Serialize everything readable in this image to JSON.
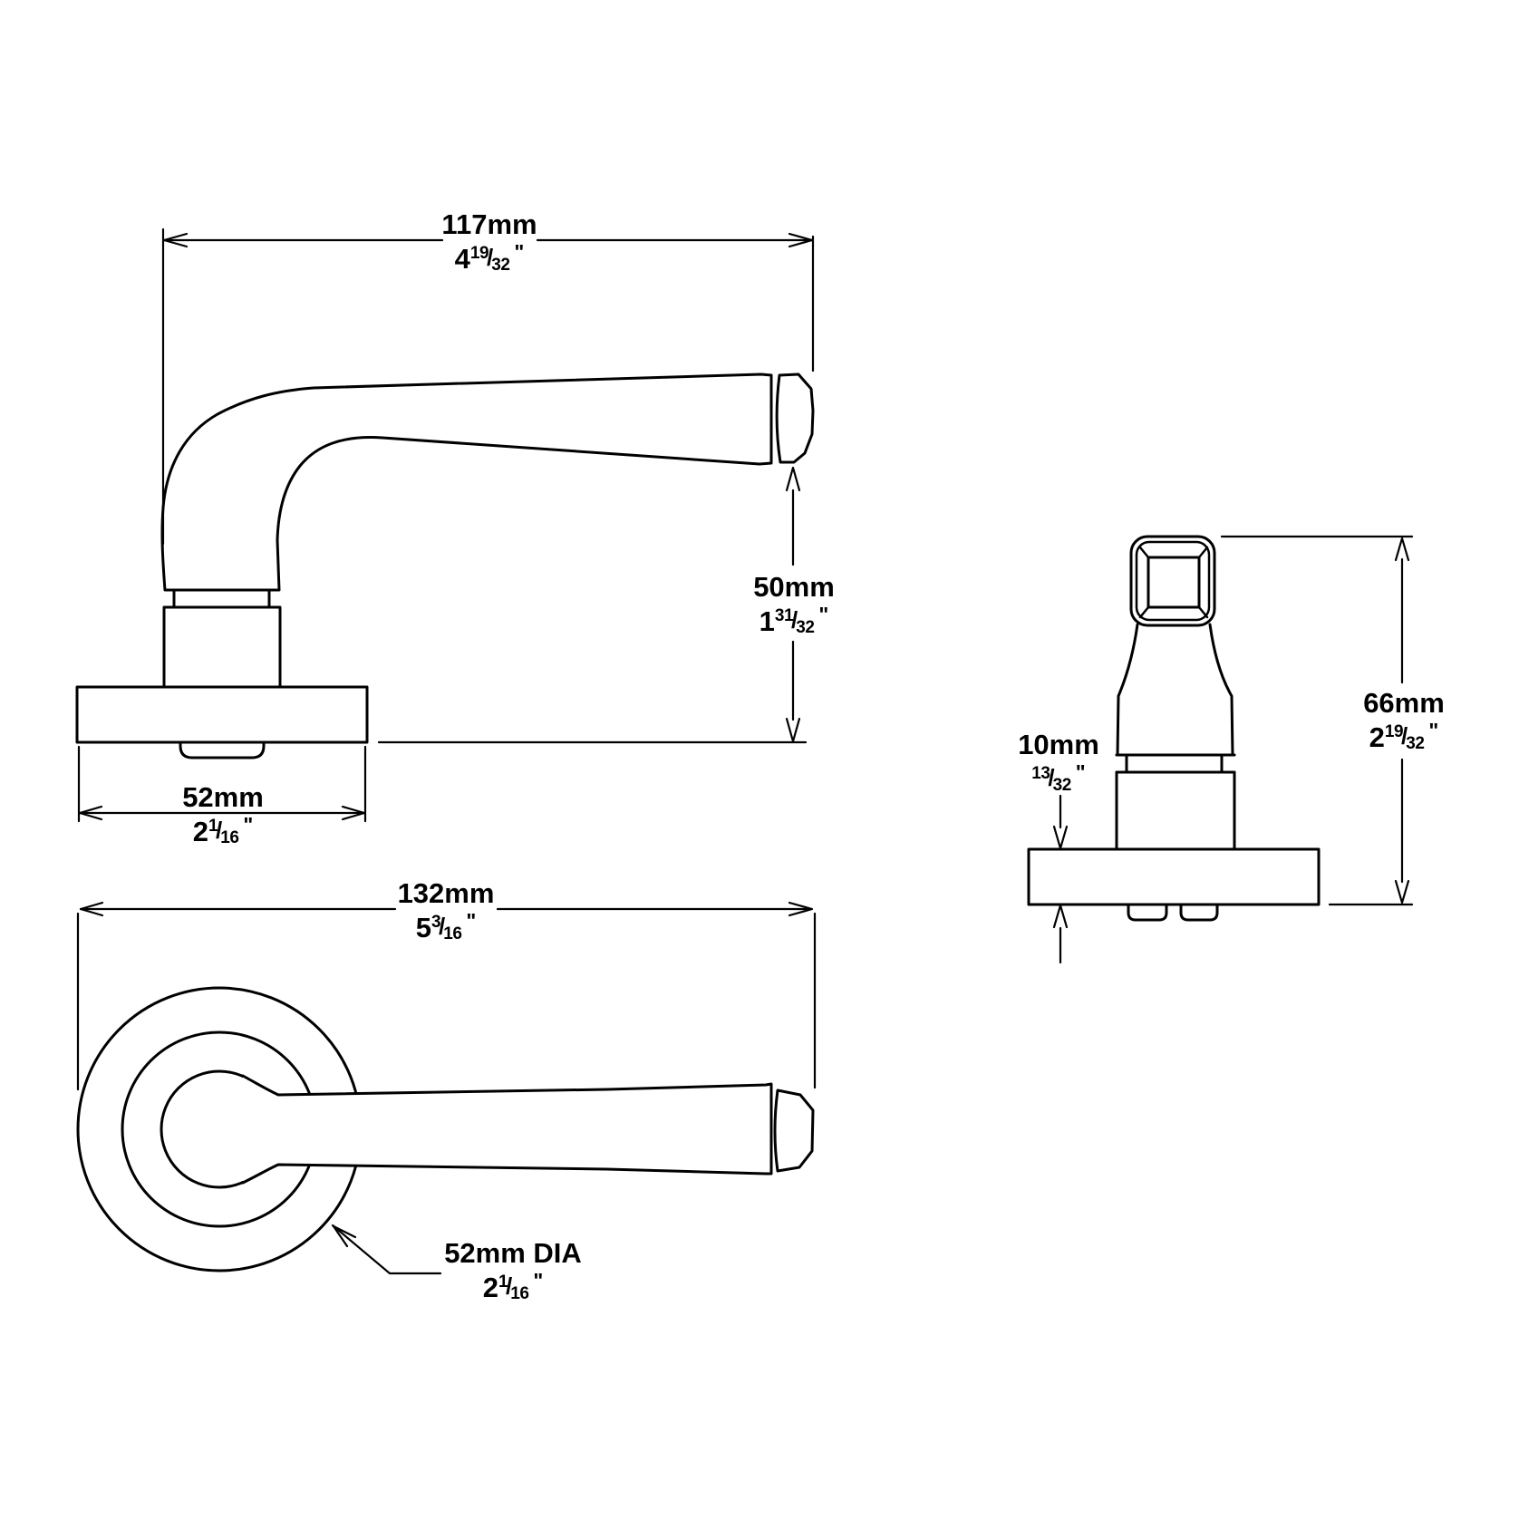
{
  "title": "Door lever handle dimensional drawing",
  "colors": {
    "line": "#000000",
    "background": "#ffffff"
  },
  "symbols": {
    "frac_slash": "/",
    "inch_mark": "\""
  },
  "dimensions": {
    "lever_length": {
      "metric": "117mm",
      "inch_whole": "4",
      "inch_num": "19",
      "inch_den": "32"
    },
    "lever_height": {
      "metric": "50mm",
      "inch_whole": "1",
      "inch_num": "31",
      "inch_den": "32"
    },
    "rose_width": {
      "metric": "52mm",
      "inch_whole": "2",
      "inch_num": "1",
      "inch_den": "16"
    },
    "overall_length": {
      "metric": "132mm",
      "inch_whole": "5",
      "inch_num": "3",
      "inch_den": "16"
    },
    "rose_diameter": {
      "metric": "52mm DIA",
      "inch_whole": "2",
      "inch_num": "1",
      "inch_den": "16"
    },
    "rose_thickness": {
      "metric": "10mm",
      "inch_whole": "",
      "inch_num": "13",
      "inch_den": "32"
    },
    "end_height": {
      "metric": "66mm",
      "inch_whole": "2",
      "inch_num": "19",
      "inch_den": "32"
    }
  }
}
